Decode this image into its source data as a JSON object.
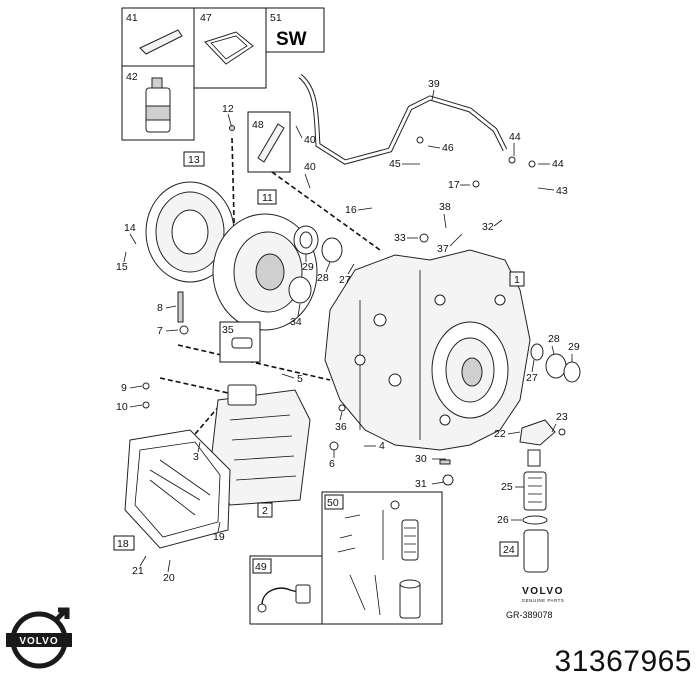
{
  "header_kits": {
    "box_41": "41",
    "box_47": "47",
    "box_51": "51",
    "box_51_text": "SW",
    "box_42": "42",
    "box_48": "48"
  },
  "boxed_labels": [
    "13",
    "11",
    "35",
    "1",
    "2",
    "18",
    "24",
    "50",
    "49"
  ],
  "callouts": [
    "12",
    "40",
    "40",
    "39",
    "46",
    "45",
    "44",
    "44",
    "43",
    "17",
    "16",
    "38",
    "33",
    "37",
    "32",
    "14",
    "15",
    "29",
    "28",
    "27",
    "8",
    "7",
    "34",
    "5",
    "9",
    "10",
    "3",
    "36",
    "6",
    "4",
    "30",
    "31",
    "22",
    "23",
    "25",
    "26",
    "28",
    "29",
    "27",
    "21",
    "20",
    "19"
  ],
  "reference": {
    "brand": "VOLVO",
    "sub": "GENUINE PARTS",
    "code": "GR-389078"
  },
  "logo": {
    "brand": "VOLVO",
    "color": "#1a1a1a"
  },
  "part_number": "31367965"
}
